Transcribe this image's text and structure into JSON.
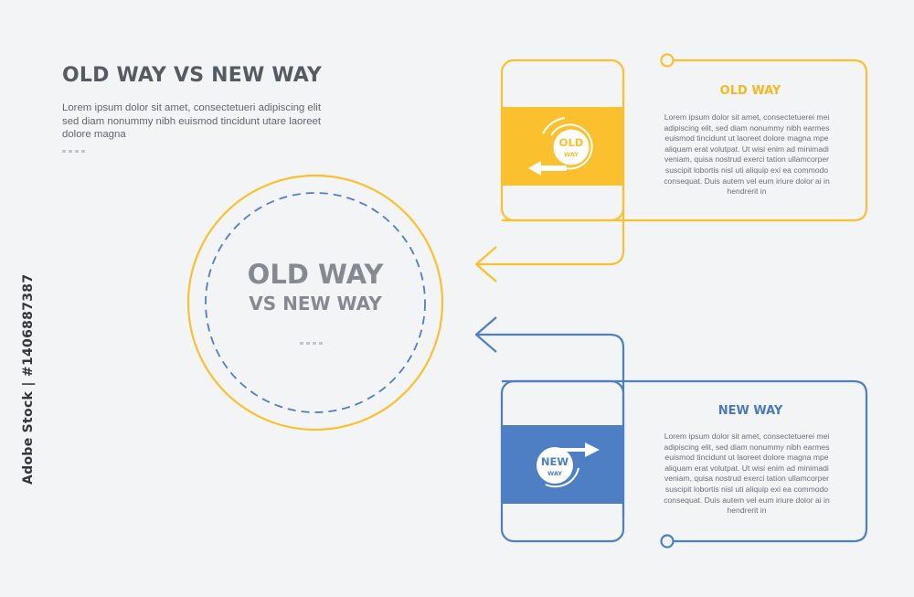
{
  "header": {
    "title": "OLD WAY VS NEW WAY",
    "intro": "Lorem ipsum dolor sit amet, consectetueri adipiscing elit sed diam nonummy nibh euismod tincidunt utare laoreet dolore magna"
  },
  "center": {
    "line1": "OLD WAY",
    "line2": "VS NEW WAY"
  },
  "cards": [
    {
      "title": "OLD WAY",
      "icon_main": "OLD",
      "icon_sub": "WAY",
      "icon": "arrow-back-icon",
      "body": "Lorem ipsum dolor sit amet, consectetuerei mei adipiscing elit, sed diam nonummy nibh earmes euismod tincidunt ut laoreet dolore magna mpe aliquam erat volutpat. Ut wisi enim ad minimadi veniam, quisa nostrud exerci tation ullamcorper suscipit lobortis nisl uti aliquip exi ea commodo consequat. Duis autem vel eum iriure dolor ai in hendrerit in"
    },
    {
      "title": "NEW WAY",
      "icon_main": "NEW",
      "icon_sub": "WAY",
      "icon": "arrow-forward-icon",
      "body": "Lorem ipsum dolor sit amet, consectetuerei mei adipiscing elit, sed diam nonummy nibh earmes euismod tincidunt ut laoreet dolore magna mpe aliquam erat volutpat. Ut wisi enim ad minimadi veniam, quisa nostrud exerci tation ullamcorper suscipit lobortis nisl uti aliquip exi ea commodo consequat. Duis autem vel eum iriure dolor ai in hendrerit in"
    }
  ],
  "watermark": {
    "vertical": "Adobe Stock | #1406887387"
  },
  "colors": {
    "background": "#f3f4f6",
    "old_accent": "#fbc02d",
    "old_title": "#f5b921",
    "new_accent": "#4e7fc4",
    "new_title": "#4a78bf"
  }
}
